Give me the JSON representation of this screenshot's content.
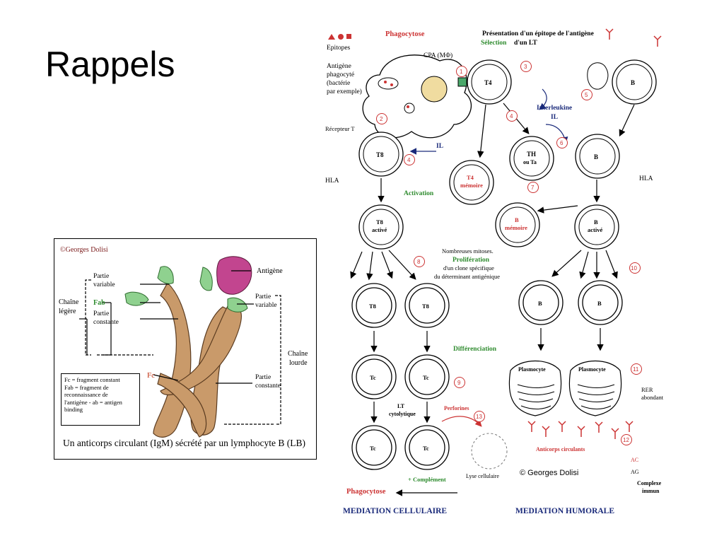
{
  "slide": {
    "title": "Rappels"
  },
  "antibody_panel": {
    "copyright": "©Georges Dolisi",
    "antigen": "Antigène",
    "partie_variable_1": "Partie",
    "partie_variable_2": "variable",
    "fab": "Fab",
    "partie_constante_1": "Partie",
    "partie_constante_2": "constante",
    "chaine_legere_1": "Chaîne",
    "chaine_legere_2": "légère",
    "chaine_lourde_1": "Chaîne",
    "chaine_lourde_2": "lourde",
    "fc": "Fc",
    "legend_lines": [
      "Fc = fragment constant",
      "Fab = fragment de",
      "reconnaissance de",
      "l'antigène - ab = antigen",
      "binding"
    ],
    "caption": "Un anticorps circulant (IgM) sécrété par un lymphocyte B (LB)"
  },
  "immune_diagram": {
    "epitopes": "Epitopes",
    "phagocytose": "Phagocytose",
    "presentation_1": "Présentation d'un épitope de l'antigène",
    "selection": "Sélection",
    "selection_rest": "d'un LT",
    "cpa": "CPA (MΦ)",
    "antigene_1": "Antigène",
    "antigene_2": "phagocyté",
    "antigene_3": "(bactérie",
    "antigene_4": "par exemple)",
    "interleukine": "Interleukine",
    "il": "IL",
    "recepteur_t": "Récepteur T",
    "hla": "HLA",
    "activation": "Activation",
    "cells": {
      "t4": "T4",
      "t8": "T8",
      "th_1": "TH",
      "th_2": "ou Ta",
      "b": "B",
      "t4_memoire_1": "T4",
      "t4_memoire_2": "mémoire",
      "t8_active_1": "T8",
      "t8_active_2": "activé",
      "b_memoire_1": "B",
      "b_memoire_2": "mémoire",
      "b_active_1": "B",
      "b_active_2": "activé",
      "tc": "Tc",
      "plasmocyte": "Plasmocyte"
    },
    "nombreuses": "Nombreuses mitoses.",
    "proliferation": "Prolifération",
    "clone_1": "d'un clone spécifique",
    "clone_2": "du déterminant antigénique",
    "differenciation": "Différenciation",
    "rer_1": "RER",
    "rer_2": "abondant",
    "lt_1": "LT",
    "lt_2": "cytolytique",
    "perforines": "Perforines",
    "lyse": "Lyse cellulaire",
    "copyright": "© Georges Dolisi",
    "anticorps": "Anticorps circulants",
    "ac": "AC",
    "ag": "AG",
    "complexe_1": "Complexe",
    "complexe_2": "immun",
    "complement": "+ Complément",
    "phagocytose_bottom": "Phagocytose",
    "mediation_cellulaire": "MEDIATION CELLULAIRE",
    "mediation_humorale": "MEDIATION HUMORALE",
    "steps": [
      "1",
      "2",
      "3",
      "4",
      "4",
      "5",
      "6",
      "7",
      "8",
      "9",
      "10",
      "11",
      "12",
      "13"
    ]
  },
  "colors": {
    "red": "#cc3333",
    "green": "#2e8b2e",
    "blue": "#1a2a7a",
    "antigen": "#c2458f",
    "fab_green": "#8fd18f",
    "body_tan": "#c99a6a"
  }
}
